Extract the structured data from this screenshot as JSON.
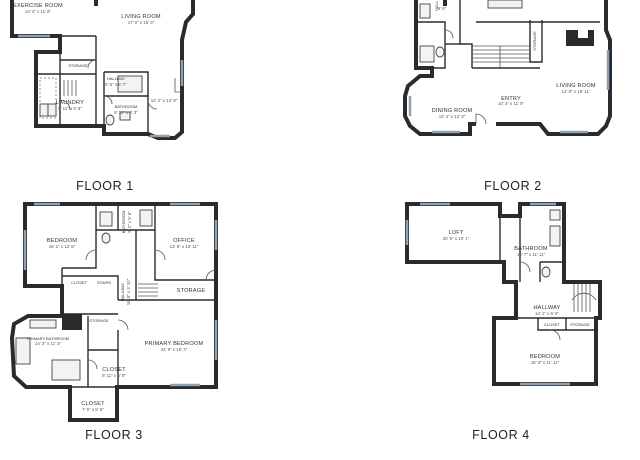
{
  "floors": [
    {
      "label": "FLOOR 1"
    },
    {
      "label": "FLOOR 2"
    },
    {
      "label": "FLOOR 3"
    },
    {
      "label": "FLOOR 4"
    }
  ],
  "f1": {
    "exercise": {
      "name": "EXERCISE ROOM",
      "dim": "14' 4\" x 11' 8\""
    },
    "living": {
      "name": "LIVING ROOM",
      "dim": "17' 0\" x 15' 3\""
    },
    "storage": {
      "name": "STORAGE"
    },
    "laundry": {
      "name": "LAUNDRY",
      "dim": "9' 11\" x 9' 8\""
    },
    "bathroom": {
      "name": "BATHROOM",
      "dim": "8' 11\" x 6' 3\""
    },
    "hallway": {
      "name": "HALLWAY",
      "dim": "5' 8\" x 6' 7\""
    },
    "east": {
      "dim": "12' 2\" x 14' 9\""
    }
  },
  "f2": {
    "hall": {
      "name": "HALL",
      "dim": "6' 6\""
    },
    "storage": {
      "name": "STORAGE"
    },
    "entry": {
      "name": "ENTRY",
      "dim": "10' 4\" x 11' 9\""
    },
    "dining": {
      "name": "DINING ROOM",
      "dim": "13' 4\" x 12' 3\""
    },
    "living": {
      "name": "LIVING ROOM",
      "dim": "12' 9\" x 18' 11\""
    }
  },
  "f3": {
    "bedroom": {
      "name": "BEDROOM",
      "dim": "16' 1\" x 12' 8\""
    },
    "bathroom": {
      "name": "BATHROOM",
      "dim": "9' 2\" x 5' 6\""
    },
    "office": {
      "name": "OFFICE",
      "dim": "13' 9\" x 13' 11\""
    },
    "closet1": {
      "name": "CLOSET"
    },
    "stairs": {
      "name": "STAIRS"
    },
    "hallway": {
      "name": "HALLWAY",
      "dim": "16' 8\" x 3' 10\""
    },
    "storage1": {
      "name": "STORAGE"
    },
    "storage2": {
      "name": "STORAGE"
    },
    "primary_bath": {
      "name": "PRIMARY BATHROOM",
      "dim": "14' 3\" x 11' 3\""
    },
    "primary_bed": {
      "name": "PRIMARY BEDROOM",
      "dim": "22' 9\" x 15' 3\""
    },
    "closet2": {
      "name": "CLOSET",
      "dim": "8' 11\" x 6' 0\""
    },
    "closet3": {
      "name": "CLOSET",
      "dim": "7' 6\" x 6' 6\""
    }
  },
  "f4": {
    "loft": {
      "name": "LOFT",
      "dim": "20' 6\" x 10' 1\""
    },
    "bathroom": {
      "name": "BATHROOM",
      "dim": "10' 7\" x 11' 11\""
    },
    "hallway": {
      "name": "HALLWAY",
      "dim": "14' 1\" x 6' 6\""
    },
    "closet": {
      "name": "CLOSET"
    },
    "storage": {
      "name": "STORAGE"
    },
    "bedroom": {
      "name": "BEDROOM",
      "dim": "15' 3\" x 11' 11\""
    }
  }
}
